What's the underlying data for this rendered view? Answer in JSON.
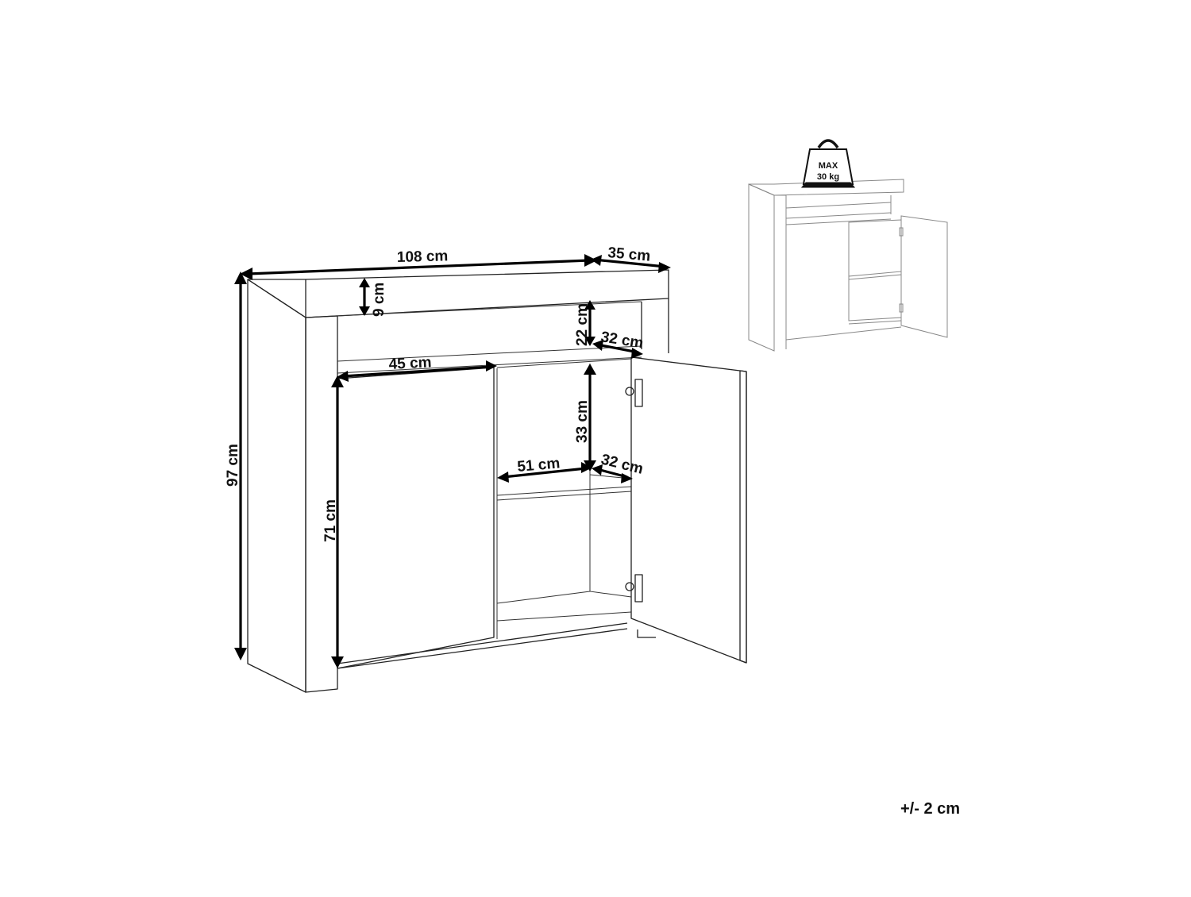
{
  "dimensions": {
    "total_width": "108 cm",
    "total_depth": "35 cm",
    "top_height": "9 cm",
    "niche_height": "22 cm",
    "niche_depth": "32 cm",
    "left_compartment_width": "45 cm",
    "total_height": "97 cm",
    "cabinet_height": "71 cm",
    "shelf_spacing": "33 cm",
    "shelf_width": "51 cm",
    "shelf_depth": "32 cm"
  },
  "max_load": {
    "label": "MAX",
    "value": "30 kg"
  },
  "tolerance": "+/- 2 cm"
}
